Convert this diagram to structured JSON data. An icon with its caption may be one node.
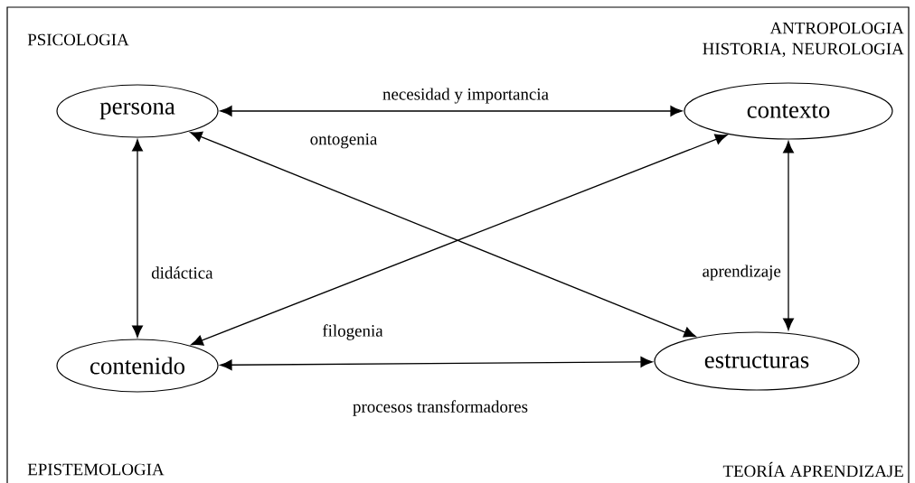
{
  "diagram": {
    "nodes": [
      {
        "text": [
          "persona"
        ]
      },
      {
        "text": [
          "contexto"
        ]
      },
      {
        "text": [
          "contenido"
        ]
      },
      {
        "text": [
          "estructuras"
        ]
      }
    ],
    "edges": [
      {
        "from": 0,
        "to": 1,
        "arrow": "both",
        "label": "necesidad y importancia"
      },
      {
        "from": 0,
        "to": 3,
        "arrow": "both",
        "label": "ontogenia"
      },
      {
        "from": 1,
        "to": 2,
        "arrow": "both",
        "label": "filogenia"
      },
      {
        "from": 0,
        "to": 2,
        "arrow": "both",
        "label": "didáctica"
      },
      {
        "from": 1,
        "to": 3,
        "arrow": "both",
        "label": "aprendizaje"
      },
      {
        "from": 2,
        "to": 3,
        "arrow": "both",
        "label": "procesos transformadores"
      }
    ],
    "labels": [
      "PSICOLOGIA",
      "ANTROPOLOGIA HISTORIA, NEUROLOGIA",
      "EPISTEMOLOGIA",
      "TEORÍA APRENDIZAJE"
    ]
  }
}
